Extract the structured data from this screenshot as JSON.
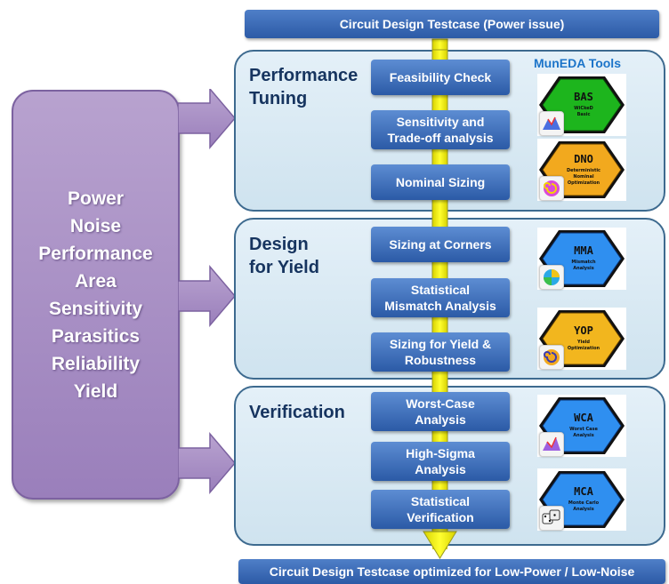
{
  "header": {
    "title": "Circuit Design Testcase (Power issue)"
  },
  "footer": {
    "title": "Circuit Design Testcase optimized for Low-Power / Low-Noise"
  },
  "requirements": [
    "Power",
    "Noise",
    "Performance",
    "Area",
    "Sensitivity",
    "Parasitics",
    "Reliability",
    "Yield"
  ],
  "tools_label": "MunEDA Tools",
  "stages": [
    {
      "title": "Performance\nTuning",
      "steps": [
        "Feasibility Check",
        "Sensitivity and\nTrade-off analysis",
        "Nominal Sizing"
      ],
      "tools": [
        {
          "abbr": "BAS",
          "line1": "WiCkeD",
          "line2": "Basic",
          "color": "#1db51d",
          "icon": "surface-plot-icon"
        },
        {
          "abbr": "DNO",
          "line1": "Deterministic",
          "line2": "Nominal",
          "line3": "Optimization",
          "color": "#f2a91e",
          "icon": "spiral-icon"
        }
      ]
    },
    {
      "title": "Design\nfor Yield",
      "steps": [
        "Sizing at Corners",
        "Statistical\nMismatch Analysis",
        "Sizing for Yield &\nRobustness"
      ],
      "tools": [
        {
          "abbr": "MMA",
          "line1": "Mismatch",
          "line2": "Analysis",
          "color": "#2f8ff0",
          "icon": "sphere-icon"
        },
        {
          "abbr": "YOP",
          "line1": "Yield",
          "line2": "Optimization",
          "color": "#f2b61e",
          "icon": "spiral-icon"
        }
      ]
    },
    {
      "title": "Verification",
      "steps": [
        "Worst-Case\nAnalysis",
        "High-Sigma\nAnalysis",
        "Statistical\nVerification"
      ],
      "tools": [
        {
          "abbr": "WCA",
          "line1": "Worst Case",
          "line2": "Analysis",
          "color": "#2f8ff0",
          "icon": "surface-plot-icon"
        },
        {
          "abbr": "MCA",
          "line1": "Monte Carlo",
          "line2": "Analysis",
          "color": "#2f8ff0",
          "icon": "dice-icon"
        }
      ]
    }
  ]
}
